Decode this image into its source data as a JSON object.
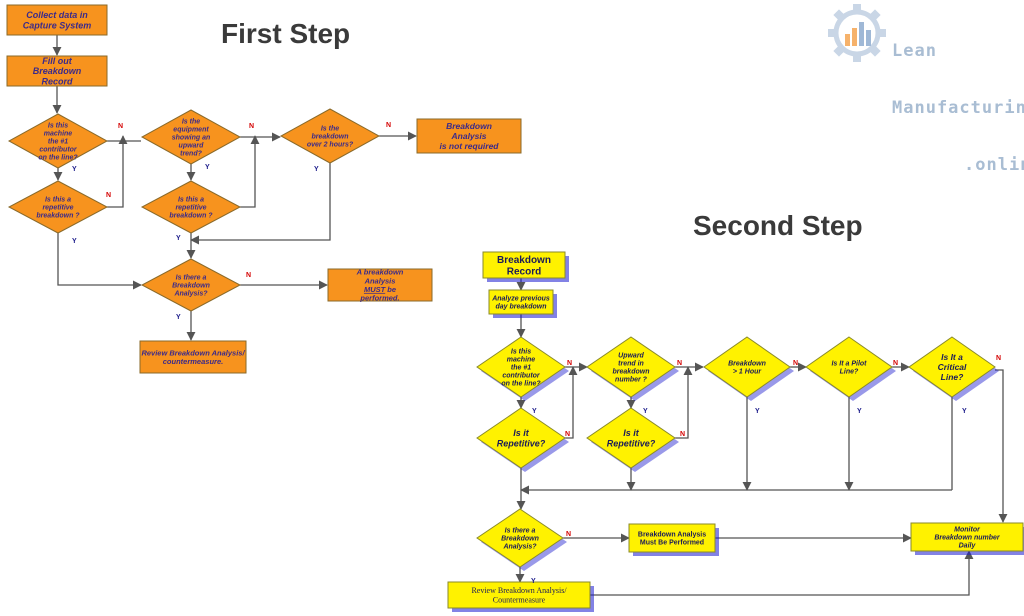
{
  "logo": {
    "line1": "Lean",
    "line2": "Manufacturing",
    "line3": ".online"
  },
  "first_step": {
    "title": "First Step",
    "nodes": [
      {
        "id": "collect",
        "text": "Collect data in\nCapture System"
      },
      {
        "id": "fillout",
        "text": "Fill out\nBreakdown\nRecord"
      },
      {
        "id": "d1",
        "text": "Is  this\nmachine\nthe #1\ncontributor\non the line?"
      },
      {
        "id": "d2",
        "text": "Is this a\nrepetitive\nbreakdown ?"
      },
      {
        "id": "d3",
        "text": "Is the\nequipment\nshowing an\nupward\ntrend?"
      },
      {
        "id": "d4",
        "text": "Is this a\nrepetitive\nbreakdown ?"
      },
      {
        "id": "d5",
        "text": "Is the\nbreakdown\nover 2 hours?"
      },
      {
        "id": "notreq",
        "text": "Breakdown\nAnalysis\nis not required"
      },
      {
        "id": "d6",
        "text": "Is there a\nBreakdown\nAnalysis?"
      },
      {
        "id": "must",
        "text": "A breakdown\nAnalysis\nMUST be\nperformed."
      },
      {
        "id": "review",
        "text": "Review Breakdown Analysis/\ncountermeasure."
      }
    ],
    "labels": {
      "yes": "Y",
      "no": "N"
    }
  },
  "second_step": {
    "title": "Second Step",
    "nodes": [
      {
        "id": "record",
        "text": "Breakdown\nRecord"
      },
      {
        "id": "analyze",
        "text": "Analyze previous\nday breakdown"
      },
      {
        "id": "s1",
        "text": "Is this\nmachine\nthe #1\ncontributor\non the line?"
      },
      {
        "id": "s2",
        "text": "Is it\nRepetitive?"
      },
      {
        "id": "s3",
        "text": "Upward\ntrend in\nbreakdown\nnumber ?"
      },
      {
        "id": "s4",
        "text": "Is it\nRepetitive?"
      },
      {
        "id": "s5",
        "text": "Breakdown\n> 1 Hour"
      },
      {
        "id": "s6",
        "text": "Is It a Pilot\nLine?"
      },
      {
        "id": "s7",
        "text": "Is It a\nCritical\nLine?"
      },
      {
        "id": "s8",
        "text": "Is there a\nBreakdown\nAnalysis?"
      },
      {
        "id": "mustbe",
        "text": "Breakdown Analysis\nMust Be Performed"
      },
      {
        "id": "monitor",
        "text": "Monitor\nBreakdown number\nDaily"
      },
      {
        "id": "review2",
        "text": "Review Breakdown Analysis/\nCountermeasure"
      }
    ],
    "labels": {
      "yes": "Y",
      "no": "N"
    }
  },
  "colors": {
    "orange": "#f7931e",
    "orange_stroke": "#8a6a2a",
    "orange_text": "#3b2a8a",
    "yellow": "#fff200",
    "yellow_stroke": "#8a8a2a",
    "shadow": "#1c1ccf",
    "arrow": "#555555",
    "no_label": "#d40000",
    "yes_label": "#1a1a8a"
  }
}
